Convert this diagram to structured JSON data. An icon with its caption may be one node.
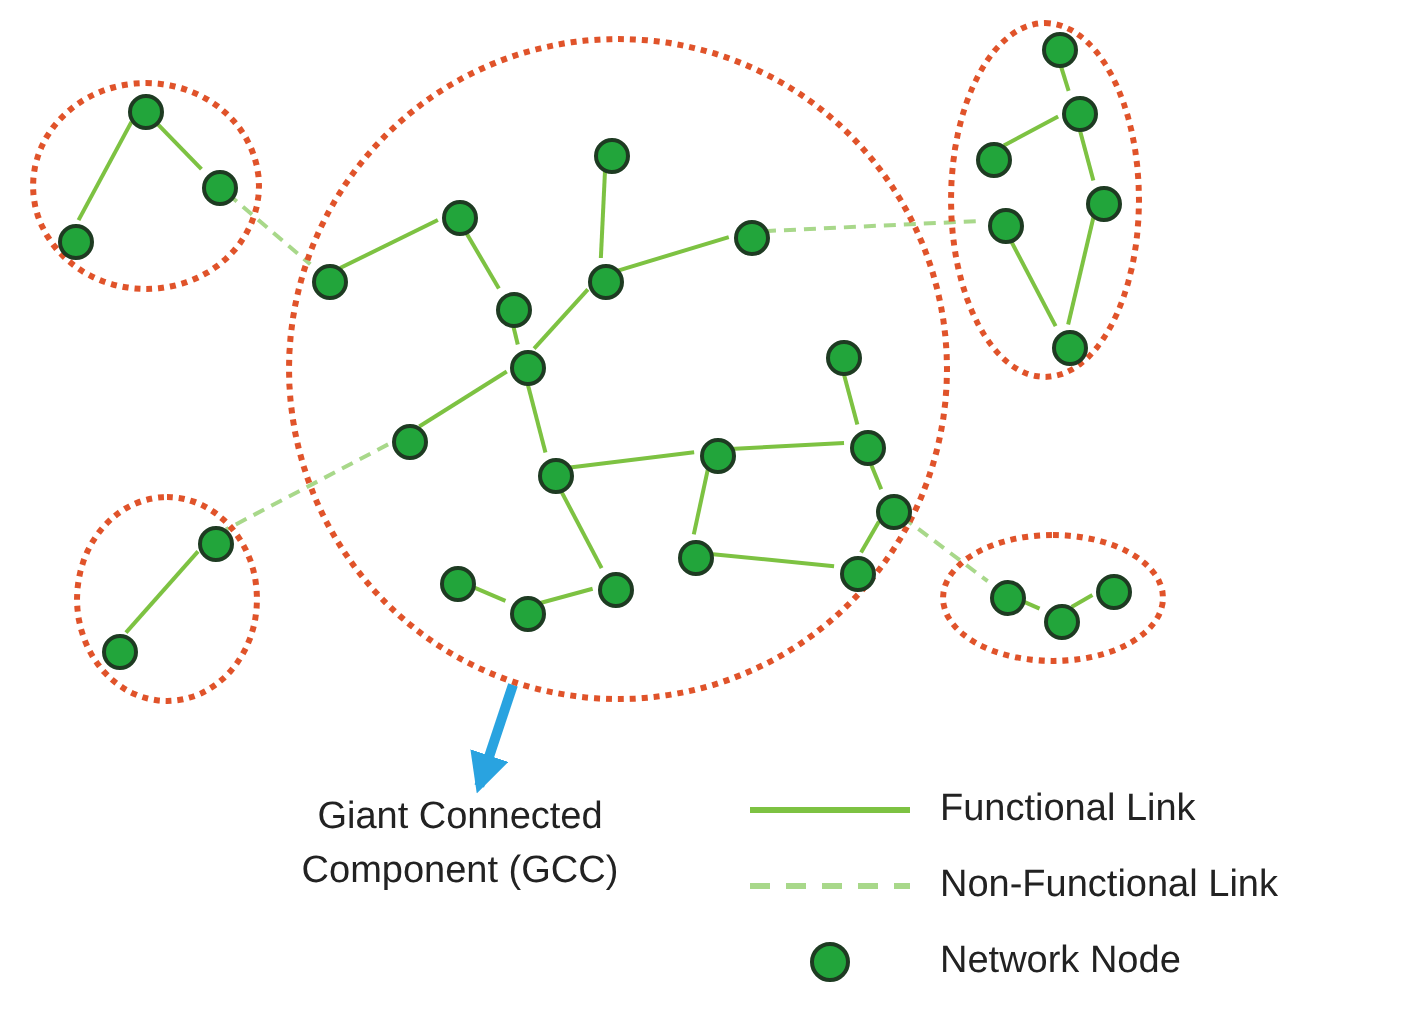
{
  "diagram": {
    "nodes": [
      {
        "text": [],
        "shape": "ellipse"
      },
      {
        "text": [],
        "shape": "circle",
        "in": 0
      },
      {
        "text": [],
        "shape": "circle",
        "in": 0
      },
      {
        "text": [],
        "shape": "circle",
        "in": 0
      },
      {
        "text": [],
        "shape": "ellipse"
      },
      {
        "text": [],
        "shape": "circle",
        "in": 4
      },
      {
        "text": [],
        "shape": "circle",
        "in": 4
      },
      {
        "text": [],
        "shape": "circle",
        "in": 4
      },
      {
        "text": [],
        "shape": "circle",
        "in": 4
      },
      {
        "text": [],
        "shape": "circle",
        "in": 4
      },
      {
        "text": [],
        "shape": "circle",
        "in": 4
      },
      {
        "text": [],
        "shape": "circle",
        "in": 4
      },
      {
        "text": [],
        "shape": "circle",
        "in": 4
      },
      {
        "text": [],
        "shape": "circle",
        "in": 4
      },
      {
        "text": [],
        "shape": "circle",
        "in": 4
      },
      {
        "text": [],
        "shape": "circle",
        "in": 4
      },
      {
        "text": [],
        "shape": "circle",
        "in": 4
      },
      {
        "text": [],
        "shape": "circle",
        "in": 4
      },
      {
        "text": [],
        "shape": "circle",
        "in": 4
      },
      {
        "text": [],
        "shape": "circle",
        "in": 4
      },
      {
        "text": [],
        "shape": "circle",
        "in": 4
      },
      {
        "text": [],
        "shape": "circle",
        "in": 4
      },
      {
        "text": [],
        "shape": "circle",
        "in": 4
      },
      {
        "text": [],
        "shape": "ellipse"
      },
      {
        "text": [],
        "shape": "circle",
        "in": 23
      },
      {
        "text": [],
        "shape": "circle",
        "in": 23
      },
      {
        "text": [],
        "shape": "circle",
        "in": 23
      },
      {
        "text": [],
        "shape": "circle",
        "in": 23
      },
      {
        "text": [],
        "shape": "circle",
        "in": 23
      },
      {
        "text": [],
        "shape": "circle",
        "in": 23
      },
      {
        "text": [],
        "shape": "ellipse"
      },
      {
        "text": [],
        "shape": "circle",
        "in": 30
      },
      {
        "text": [],
        "shape": "circle",
        "in": 30
      },
      {
        "text": [],
        "shape": "ellipse"
      },
      {
        "text": [],
        "shape": "circle",
        "in": 33
      },
      {
        "text": [],
        "shape": "circle",
        "in": 33
      },
      {
        "text": [],
        "shape": "circle",
        "in": 33
      },
      {
        "text": [
          "Giant Connected Component (GCC)"
        ]
      }
    ],
    "edges": [
      {
        "from": 1,
        "to": 3,
        "arrow": "none"
      },
      {
        "from": 1,
        "to": 2,
        "arrow": "none"
      },
      {
        "from": 7,
        "to": 6,
        "arrow": "none"
      },
      {
        "from": 6,
        "to": 8,
        "arrow": "none"
      },
      {
        "from": 8,
        "to": 11,
        "arrow": "none"
      },
      {
        "from": 5,
        "to": 9,
        "arrow": "none"
      },
      {
        "from": 9,
        "to": 11,
        "arrow": "none"
      },
      {
        "from": 9,
        "to": 10,
        "arrow": "none"
      },
      {
        "from": 11,
        "to": 12,
        "arrow": "none"
      },
      {
        "from": 11,
        "to": 13,
        "arrow": "none"
      },
      {
        "from": 13,
        "to": 18,
        "arrow": "none"
      },
      {
        "from": 13,
        "to": 22,
        "arrow": "none"
      },
      {
        "from": 22,
        "to": 21,
        "arrow": "none"
      },
      {
        "from": 21,
        "to": 20,
        "arrow": "none"
      },
      {
        "from": 18,
        "to": 15,
        "arrow": "none"
      },
      {
        "from": 18,
        "to": 19,
        "arrow": "none"
      },
      {
        "from": 19,
        "to": 17,
        "arrow": "none"
      },
      {
        "from": 14,
        "to": 15,
        "arrow": "none"
      },
      {
        "from": 15,
        "to": 16,
        "arrow": "none"
      },
      {
        "from": 16,
        "to": 17,
        "arrow": "none"
      },
      {
        "from": 24,
        "to": 25,
        "arrow": "none"
      },
      {
        "from": 25,
        "to": 26,
        "arrow": "none"
      },
      {
        "from": 25,
        "to": 27,
        "arrow": "none"
      },
      {
        "from": 27,
        "to": 29,
        "arrow": "none"
      },
      {
        "from": 28,
        "to": 29,
        "arrow": "none"
      },
      {
        "from": 31,
        "to": 32,
        "arrow": "none"
      },
      {
        "from": 34,
        "to": 35,
        "arrow": "none"
      },
      {
        "from": 35,
        "to": 36,
        "arrow": "none"
      },
      {
        "from": 2,
        "to": 7,
        "arrow": "none",
        "style": "dashed",
        "color": "#a8d88a"
      },
      {
        "from": 10,
        "to": 28,
        "arrow": "none",
        "style": "dashed",
        "color": "#a8d88a"
      },
      {
        "from": 12,
        "to": 31,
        "arrow": "none",
        "style": "dashed",
        "color": "#a8d88a"
      },
      {
        "from": 16,
        "to": 34,
        "arrow": "none",
        "style": "dashed",
        "color": "#a8d88a"
      },
      {
        "from": 4,
        "to": 37,
        "arrow": "to",
        "style": "thick",
        "color": "#29a3e0"
      }
    ],
    "legend": [
      {
        "text": "Functional Link"
      },
      {
        "text": "Non-Functional Link"
      },
      {
        "text": "Network Node",
        "color": "#22a53b"
      }
    ]
  }
}
